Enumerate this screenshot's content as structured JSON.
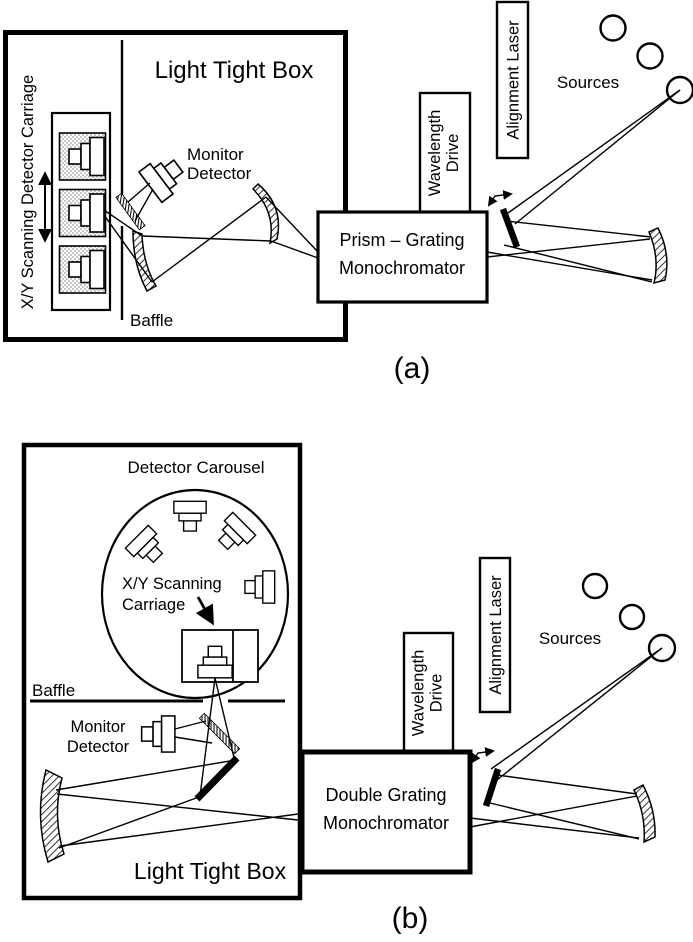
{
  "figure": {
    "panel_a": {
      "caption": "(a)",
      "light_tight_box": "Light Tight Box",
      "carriage": "X/Y Scanning Detector Carriage",
      "monitor_line1": "Monitor",
      "monitor_line2": "Detector",
      "baffle": "Baffle",
      "mono_line1": "Prism – Grating",
      "mono_line2": "Monochromator",
      "wd_line1": "Wavelength",
      "wd_line2": "Drive",
      "alignment_laser": "Alignment Laser",
      "sources": "Sources"
    },
    "panel_b": {
      "caption": "(b)",
      "light_tight_box": "Light Tight Box",
      "detector_carousel": "Detector Carousel",
      "carriage_line1": "X/Y Scanning",
      "carriage_line2": "Carriage",
      "monitor_line1": "Monitor",
      "monitor_line2": "Detector",
      "baffle": "Baffle",
      "mono_line1": "Double Grating",
      "mono_line2": "Monochromator",
      "wd_line1": "Wavelength",
      "wd_line2": "Drive",
      "alignment_laser": "Alignment Laser",
      "sources": "Sources"
    },
    "colors": {
      "ink": "#000000",
      "paper": "#ffffff"
    }
  }
}
